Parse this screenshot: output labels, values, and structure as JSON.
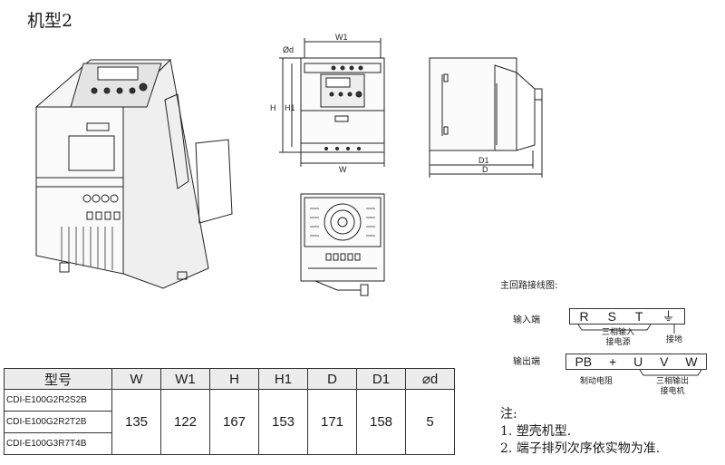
{
  "title": "机型2",
  "dims": {
    "phi_d": "Ød",
    "w1": "W1",
    "h": "H",
    "h1": "H1",
    "w": "W",
    "d1": "D1",
    "d": "D"
  },
  "table": {
    "headers": [
      "型号",
      "W",
      "W1",
      "H",
      "H1",
      "D",
      "D1",
      "⌀d"
    ],
    "models": [
      "CDI-E100G2R2S2B",
      "CDI-E100G2R2T2B",
      "CDI-E100G3R7T4B"
    ],
    "values": [
      "135",
      "122",
      "167",
      "153",
      "171",
      "158",
      "5"
    ]
  },
  "wiring": {
    "title": "主回路接线图:",
    "input_label": "输入端",
    "input_terms": [
      "R",
      "S",
      "T",
      "⏚"
    ],
    "input_note_1": "三相输入",
    "input_note_2": "接电源",
    "ground_note": "接地",
    "output_label": "输出端",
    "output_terms": [
      "PB",
      "+",
      "U",
      "V",
      "W"
    ],
    "brake_note": "制动电阻",
    "output_note_1": "三相输出",
    "output_note_2": "接电机"
  },
  "notes": {
    "header": "注:",
    "line1": "1. 塑壳机型.",
    "line2": "2. 端子排列次序依实物为准."
  }
}
